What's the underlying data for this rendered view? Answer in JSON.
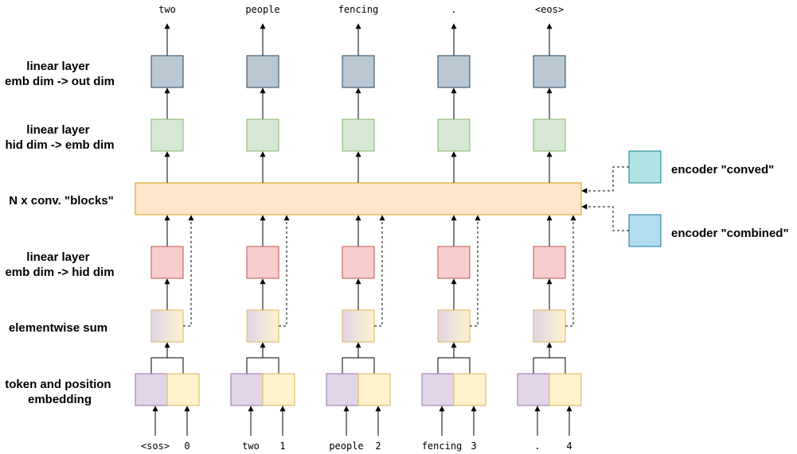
{
  "row_labels": {
    "out_linear": [
      "linear layer",
      "emb dim -> out dim"
    ],
    "emb_linear": [
      "linear layer",
      "hid dim -> emb dim"
    ],
    "conv_blocks": "N x conv. \"blocks\"",
    "hid_linear": [
      "linear layer",
      "emb dim -> hid dim"
    ],
    "sum": "elementwise sum",
    "embedding": [
      "token and position",
      "embedding"
    ]
  },
  "outputs": [
    "two",
    "people",
    "fencing",
    ".",
    "<eos>"
  ],
  "input_tokens": [
    "<sos>",
    "two",
    "people",
    "fencing",
    "."
  ],
  "positions": [
    "0",
    "1",
    "2",
    "3",
    "4"
  ],
  "encoder_inputs": {
    "conved": "encoder \"conved\"",
    "combined": "encoder \"combined\""
  },
  "colors": {
    "out_linear": "#bac8d3",
    "out_linear_stroke": "#23445d",
    "emb_linear": "#d5e8d4",
    "emb_linear_stroke": "#82b366",
    "conv_block": "#ffe6cc",
    "conv_block_stroke": "#d79b00",
    "hid_linear": "#f8cecc",
    "hid_linear_stroke": "#b85450",
    "token_emb": "#e1d5e7",
    "token_emb_stroke": "#9673a6",
    "pos_emb": "#fff2cc",
    "pos_emb_stroke": "#d6b656",
    "conved": "#b0e3e6",
    "conved_stroke": "#0e8088",
    "combined": "#b1ddf0",
    "combined_stroke": "#10739e"
  }
}
